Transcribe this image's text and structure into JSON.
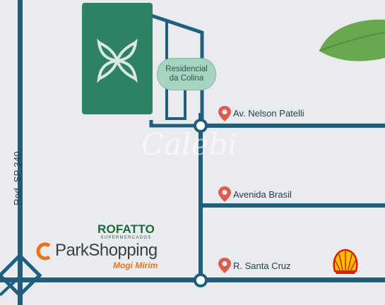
{
  "labels": {
    "road_vertical": "Rod. SP 340",
    "badge_line1": "Residencial",
    "badge_line2": "da Colina",
    "street_1": "Av. Nelson Patelli",
    "street_2": "Avenida Brasil",
    "street_3": "R. Santa Cruz",
    "watermark": "Calebi"
  },
  "brands": {
    "rofatto_name": "ROFATTO",
    "rofatto_sub": "SUPERMERCADOS",
    "parkshopping_name": "ParkShopping",
    "parkshopping_sub": "Mogi Mirim"
  },
  "colors": {
    "road": "#1e5f80",
    "development": "#2d8266",
    "pin": "#e05a4f",
    "background": "#e9ebee"
  }
}
